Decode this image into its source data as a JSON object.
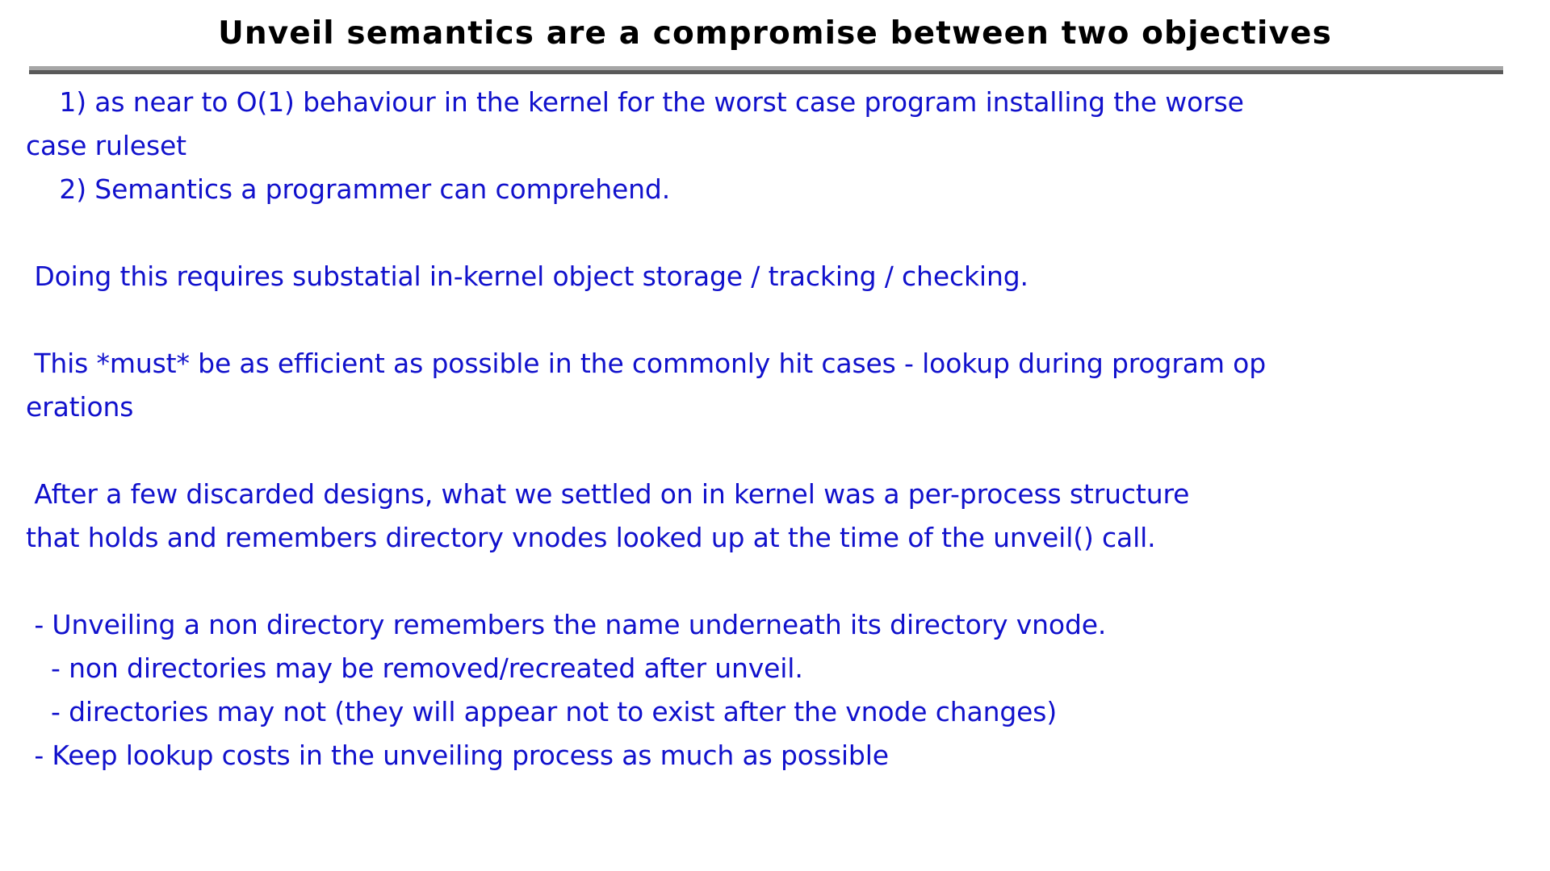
{
  "slide": {
    "title": "Unveil semantics are a compromise between two objectives",
    "title_color": "#000000",
    "body_color": "#1111cc",
    "background_color": "#ffffff",
    "rule": {
      "top_color": "#a6a6a6",
      "bottom_color": "#595959"
    },
    "body_lines": [
      "    1) as near to O(1) behaviour in the kernel for the worst case program installing the worse",
      "case ruleset",
      "    2) Semantics a programmer can comprehend.",
      "",
      " Doing this requires substatial in-kernel object storage / tracking / checking.",
      "",
      " This *must* be as efficient as possible in the commonly hit cases - lookup during program op",
      "erations",
      "",
      " After a few discarded designs, what we settled on in kernel was a per-process structure",
      "that holds and remembers directory vnodes looked up at the time of the unveil() call.",
      "",
      " - Unveiling a non directory remembers the name underneath its directory vnode.",
      "   - non directories may be removed/recreated after unveil.",
      "   - directories may not (they will appear not to exist after the vnode changes)",
      " - Keep lookup costs in the unveiling process as much as possible"
    ]
  }
}
